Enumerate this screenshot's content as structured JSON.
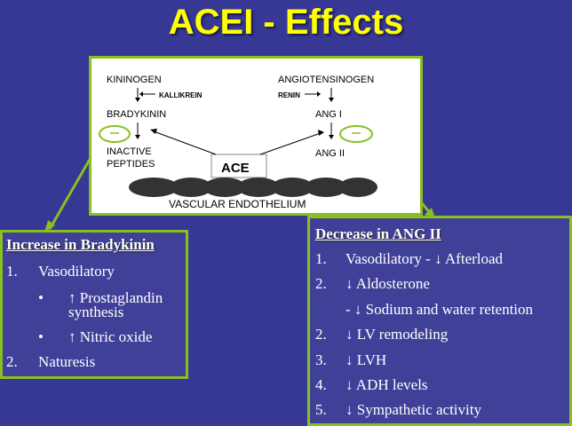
{
  "title": "ACEI - Effects",
  "figure": {
    "kininogen": "KININOGEN",
    "kallikrein": "KALLIKREIN",
    "bradykinin": "BRADYKININ",
    "inactive1": "INACTIVE",
    "inactive2": "PEPTIDES",
    "angiotensinogen": "ANGIOTENSINOGEN",
    "renin": "RENIN",
    "ang1": "ANG I",
    "ang2": "ANG II",
    "ace": "ACE",
    "endothelium": "VASCULAR ENDOTHELIUM",
    "minus": "—"
  },
  "left_box": {
    "heading": "Increase in Bradykinin",
    "items": [
      {
        "num": "1.",
        "text": "Vasodilatory"
      },
      {
        "bullet": "•",
        "text": "↑ Prostaglandin",
        "text2": "synthesis"
      },
      {
        "bullet": "•",
        "text": "↑ Nitric oxide"
      },
      {
        "num": "2.",
        "text": "Naturesis"
      }
    ]
  },
  "right_box": {
    "heading": "Decrease in ANG II",
    "items": [
      {
        "num": "1.",
        "text": "Vasodilatory - ↓ Afterload"
      },
      {
        "num": "2.",
        "text": "↓ Aldosterone"
      },
      {
        "num": "",
        "text": "- ↓ Sodium and water retention"
      },
      {
        "num": "2.",
        "text": "↓ LV remodeling"
      },
      {
        "num": "3.",
        "text": "↓ LVH"
      },
      {
        "num": "4.",
        "text": "↓ ADH levels"
      },
      {
        "num": "5.",
        "text": "↓ Sympathetic activity"
      }
    ]
  },
  "colors": {
    "background": "#373795",
    "title": "#ffff00",
    "border": "#88c020"
  }
}
